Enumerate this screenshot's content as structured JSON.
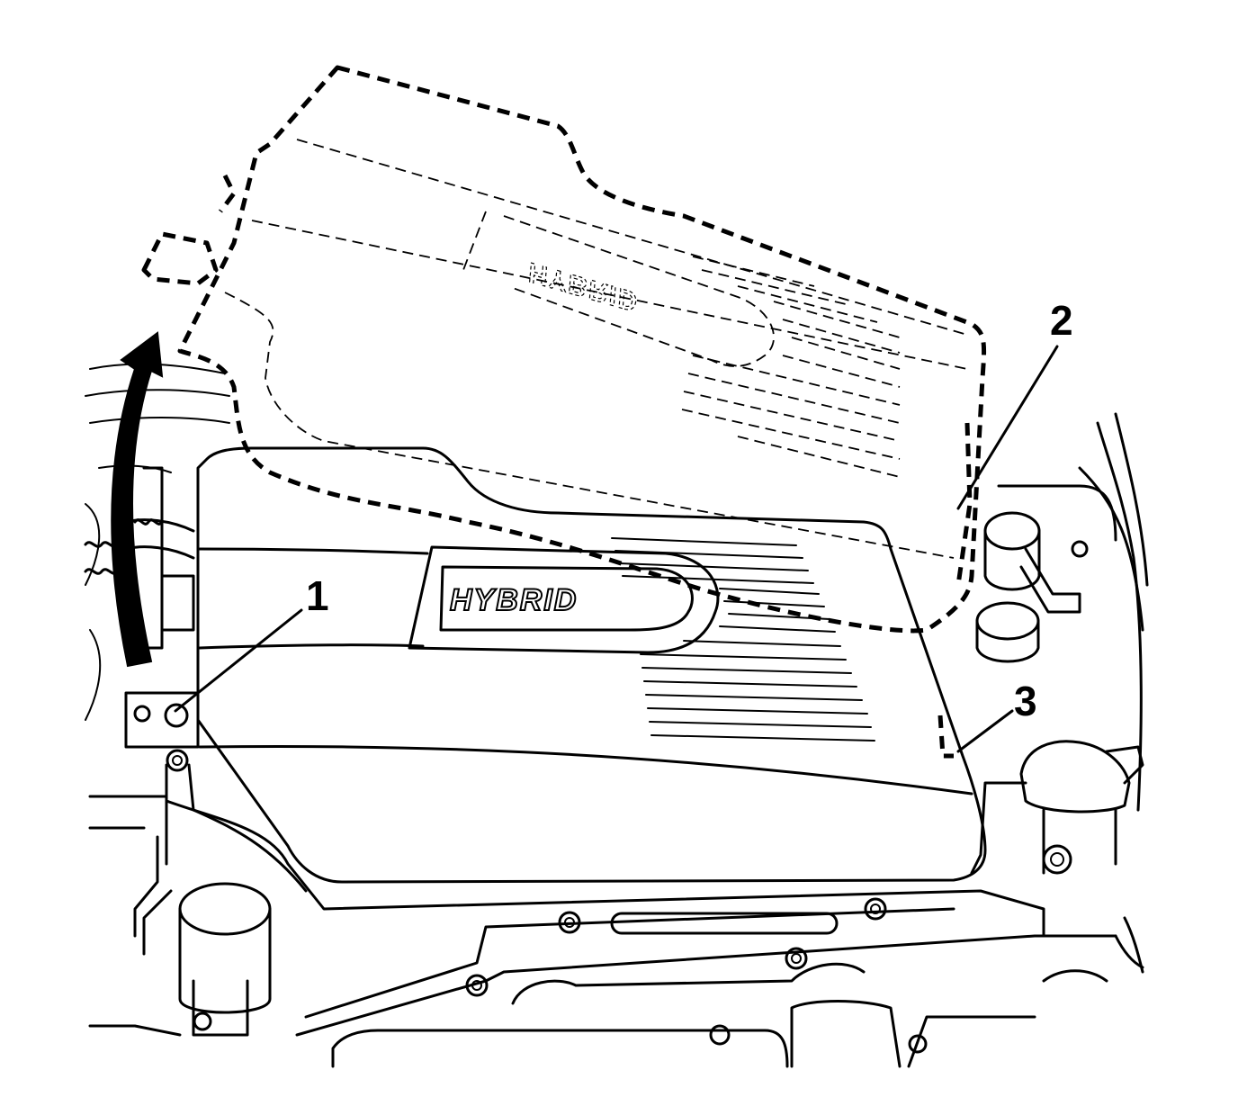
{
  "diagram": {
    "cover_logo": "HYBRID",
    "ghost_logo": "HYBRID",
    "callouts": [
      {
        "id": "1",
        "label": "1"
      },
      {
        "id": "2",
        "label": "2"
      },
      {
        "id": "3",
        "label": "3"
      }
    ],
    "arrow_direction": "up",
    "colors": {
      "ink": "#000000",
      "paper": "#ffffff"
    }
  }
}
